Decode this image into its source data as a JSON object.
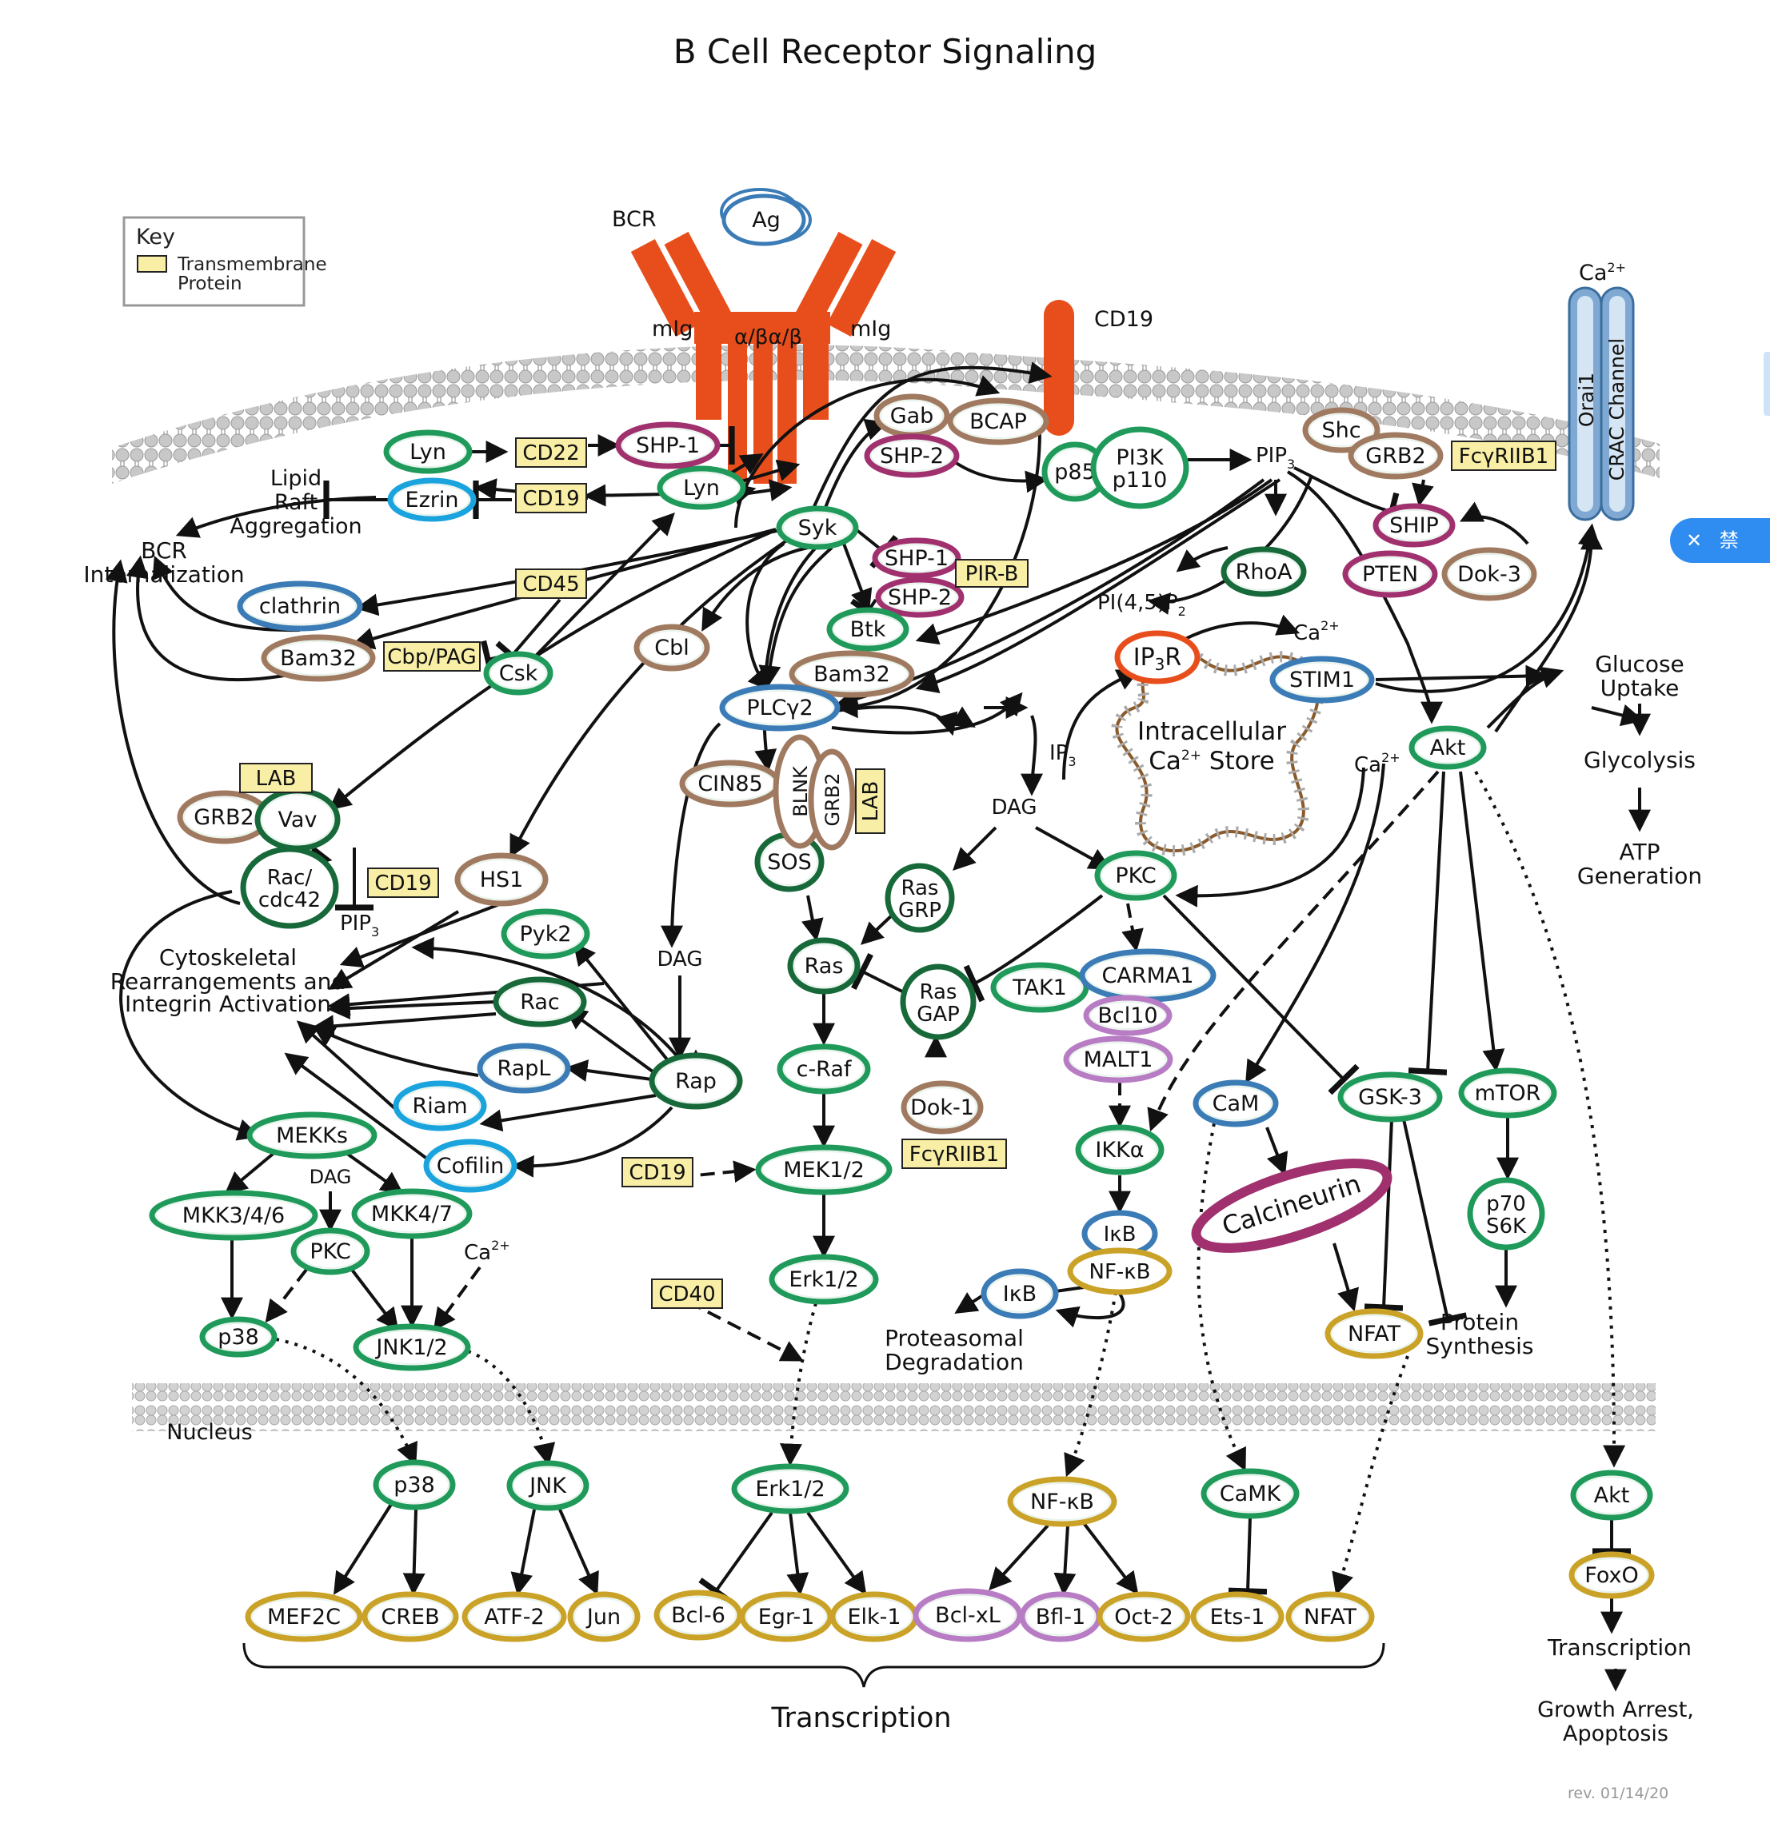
{
  "title": "B Cell Receptor Signaling",
  "revision": "rev. 01/14/20",
  "key": {
    "heading": "Key",
    "entry": "Transmembrane Protein",
    "entry_line1": "Transmembrane",
    "entry_line2": "Protein"
  },
  "overlay": {
    "close_glyph": "✕",
    "label": "禁"
  },
  "colors": {
    "green": "#1f9a5a",
    "darkgreen": "#17693a",
    "brown": "#a07a60",
    "magenta": "#a0306e",
    "blue": "#3b7bb6",
    "cyan": "#1aa3dd",
    "gold": "#c9a227",
    "lilac": "#b77cc4",
    "receptor": "#e84e1b",
    "tm_fill": "#f8eea5",
    "ip3r": "#e84e1b"
  },
  "receptor_labels": {
    "bcr": "BCR",
    "ag": "Ag",
    "mig_left": "mIg",
    "mig_right": "mIg",
    "alpha_beta": "α/βα/β",
    "cd19_top": "CD19"
  },
  "channel": {
    "ion": "Ca",
    "ion_sup": "2+",
    "orai": "Orai1",
    "crac": "CRAC Channel"
  },
  "store": {
    "line1": "Intracellular",
    "line2": "Ca",
    "line2_sup": "2+",
    "line2_rest": " Store"
  },
  "nodes": {
    "lyn1": "Lyn",
    "lyn2": "Lyn",
    "shp1a": "SHP-1",
    "ezrin": "Ezrin",
    "gab": "Gab",
    "bcap": "BCAP",
    "shp2a": "SHP-2",
    "p85": "p85",
    "pi3k_a": "PI3K",
    "pi3k_b": "p110",
    "shc": "Shc",
    "grb2a": "GRB2",
    "syk": "Syk",
    "ship": "SHIP",
    "shp1b": "SHP-1",
    "shp2b": "SHP-2",
    "btk": "Btk",
    "rhoa": "RhoA",
    "pten": "PTEN",
    "dok3": "Dok-3",
    "clathrin": "clathrin",
    "bam32a": "Bam32",
    "csk": "Csk",
    "cbl": "Cbl",
    "bam32b": "Bam32",
    "plcg2": "PLCγ2",
    "ip3r_a": "IP",
    "ip3r_sub": "3",
    "ip3r_b": "R",
    "stim1": "STIM1",
    "akt1": "Akt",
    "grb2b": "GRB2",
    "vav": "Vav",
    "cin85": "CIN85",
    "blnk": "BLNK",
    "grb2c": "GRB2",
    "racA": "Rac/",
    "racB": "cdc42",
    "hs1": "HS1",
    "sos": "SOS",
    "rasgrpA": "Ras",
    "rasgrpB": "GRP",
    "pkc1": "PKC",
    "pyk2": "Pyk2",
    "ras": "Ras",
    "rasgapA": "Ras",
    "rasgapB": "GAP",
    "tak1": "TAK1",
    "carma1": "CARMA1",
    "bcl10": "Bcl10",
    "malt1": "MALT1",
    "rac": "Rac",
    "rapl": "RapL",
    "rap": "Rap",
    "craf": "c-Raf",
    "riam": "Riam",
    "cofilin": "Cofilin",
    "mekks": "MEKKs",
    "dok1": "Dok-1",
    "ikka": "IKKα",
    "cam": "CaM",
    "gsk3": "GSK-3",
    "mtor": "mTOR",
    "mkk346": "MKK3/4/6",
    "mkk47": "MKK4/7",
    "mek12": "MEK1/2",
    "calcineurin": "Calcineurin",
    "p70a": "p70",
    "p70b": "S6K",
    "pkc2": "PKC",
    "ikb1": "IκB",
    "nfkb1": "NF-κB",
    "erk1": "Erk1/2",
    "ikb2": "IκB",
    "nfat1": "NFAT",
    "p38a": "p38",
    "jnk12": "JNK1/2",
    "p38b": "p38",
    "jnk": "JNK",
    "erk2": "Erk1/2",
    "nfkb2": "NF-κB",
    "camk": "CaMK",
    "akt2": "Akt",
    "foxo": "FoxO",
    "mef2c": "MEF2C",
    "creb": "CREB",
    "atf2": "ATF-2",
    "jun": "Jun",
    "bcl6": "Bcl-6",
    "egr1": "Egr-1",
    "elk1": "Elk-1",
    "bclxl": "Bcl-xL",
    "bfl1": "Bfl-1",
    "oct2": "Oct-2",
    "ets1": "Ets-1",
    "nfat2": "NFAT"
  },
  "transmembrane_proteins": {
    "cd22": "CD22",
    "cd19a": "CD19",
    "cd45": "CD45",
    "cbppag": "Cbp/PAG",
    "pirb": "PIR-B",
    "lab1": "LAB",
    "lab2": "LAB",
    "cd19b": "CD19",
    "fcgr1": "FcγRIIB1",
    "fcgr2": "FcγRIIB1",
    "cd19c": "CD19",
    "cd40": "CD40"
  },
  "labels": {
    "lipid1": "Lipid",
    "lipid2": "Raft",
    "lipid3": "Aggregation",
    "bcrint1": "BCR",
    "bcrint2": "Internalization",
    "pip3": "PIP",
    "pip3_sub": "3",
    "pip2": "PI(4,5)P",
    "pip2_sub": "2",
    "ca_a": "Ca",
    "ca_sup": "2+",
    "ip3": "IP",
    "ip3_sub": "3",
    "dag1": "DAG",
    "dag2": "DAG",
    "dag3": "DAG",
    "ca_b": "Ca",
    "ca_c": "Ca",
    "pip3b": "PIP",
    "pip3b_sub": "3",
    "cyto1": "Cytoskeletal",
    "cyto2": "Rearrangements and",
    "cyto3": "Integrin Activation",
    "glu1": "Glucose",
    "glu2": "Uptake",
    "glycolysis": "Glycolysis",
    "atp1": "ATP",
    "atp2": "Generation",
    "prot1": "Protein",
    "prot2": "Synthesis",
    "proteo1": "Proteasomal",
    "proteo2": "Degradation",
    "nucleus": "Nucleus",
    "transcription": "Transcription",
    "transcription2": "Transcription",
    "growth1": "Growth Arrest,",
    "growth2": "Apoptosis"
  }
}
